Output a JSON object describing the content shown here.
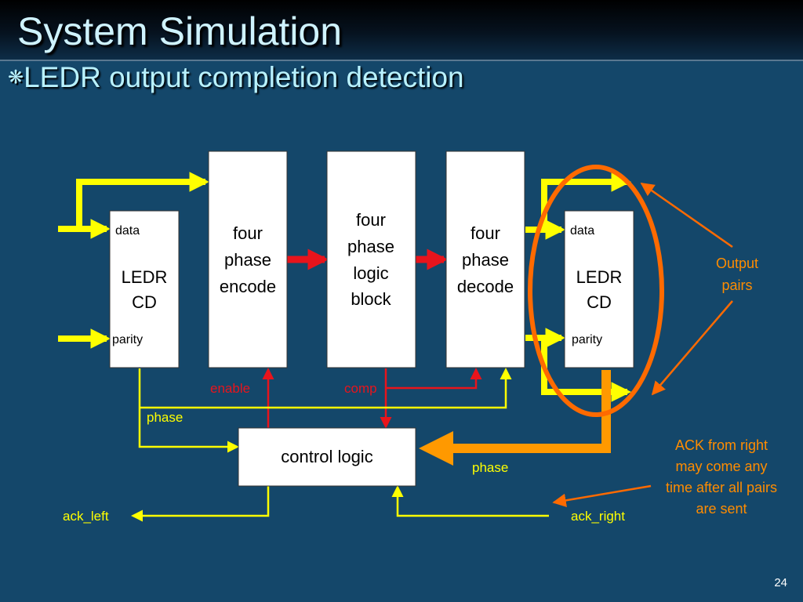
{
  "slide": {
    "title": "System Simulation",
    "bullet_icon": "asterisk-bullet-icon",
    "bullet": "LEDR output completion detection",
    "page_number": "24"
  },
  "blocks": {
    "ledr_cd_left": {
      "line1": "LEDR",
      "line2": "CD",
      "port_top": "data",
      "port_bottom": "parity"
    },
    "encode": {
      "line1": "four",
      "line2": "phase",
      "line3": "encode"
    },
    "logic_block": {
      "line1": "four",
      "line2": "phase",
      "line3": "logic",
      "line4": "block"
    },
    "decode": {
      "line1": "four",
      "line2": "phase",
      "line3": "decode"
    },
    "ledr_cd_right": {
      "line1": "LEDR",
      "line2": "CD",
      "port_top": "data",
      "port_bottom": "parity"
    },
    "control": {
      "label": "control logic"
    }
  },
  "signals": {
    "enable": "enable",
    "comp": "comp",
    "phase_left": "phase",
    "phase_right": "phase",
    "ack_left": "ack_left",
    "ack_right": "ack_right"
  },
  "annotations": {
    "output_pairs": [
      "Output",
      "pairs"
    ],
    "ack_note": [
      "ACK from right",
      "may come any",
      "time after all pairs",
      "are sent"
    ]
  },
  "colors": {
    "background": "#14476a",
    "yellow_wire": "#ffff00",
    "red_wire": "#e8141c",
    "orange_highlight": "#ff6a00",
    "orange_arrow": "#ff9900",
    "title_text": "#cff3ff"
  }
}
